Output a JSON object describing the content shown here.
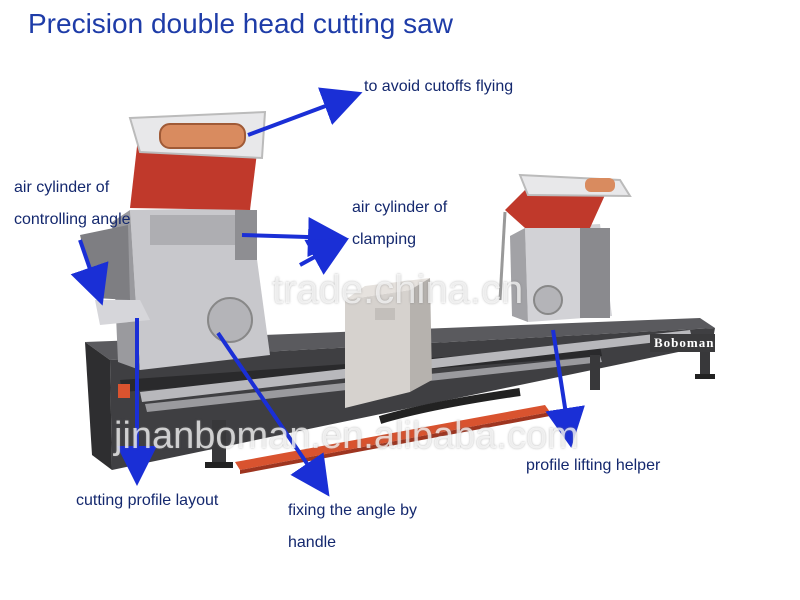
{
  "title": "Precision double head cutting saw",
  "labels": {
    "cutoffs": "to avoid cutoffs flying",
    "angle_cylinder_1": "air cylinder of",
    "angle_cylinder_2": "controlling angle",
    "clamping_cylinder_1": "air cylinder of",
    "clamping_cylinder_2": "clamping",
    "profile_lifting": "profile lifting helper",
    "cutting_layout": "cutting profile layout",
    "fixing_angle_1": "fixing the angle by",
    "fixing_angle_2": "handle"
  },
  "watermarks": {
    "trade": "trade.china.cn",
    "alibaba": "jinanboman.en.alibaba.com"
  },
  "brand": "Boboman",
  "colors": {
    "title": "#1e3ca8",
    "label": "#14286e",
    "arrow": "#1a2fd6",
    "machine_body": "#4a4a4c",
    "hood_red": "#c0392b",
    "housing_gray": "#c8c8cc",
    "panel": "#d6d2ce"
  }
}
